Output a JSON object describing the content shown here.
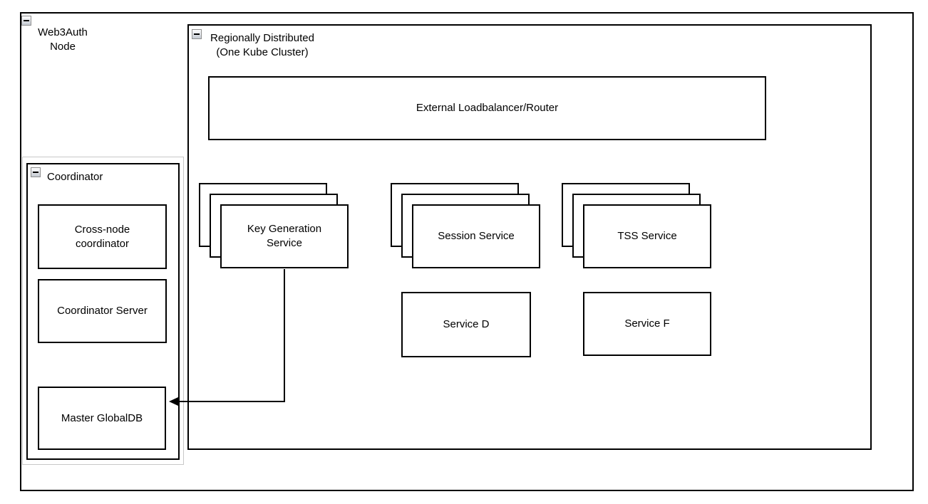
{
  "diagram": {
    "background": "#ffffff",
    "colors": {
      "shape_border": "#000000",
      "shape_fill": "#ffffff",
      "group_frame_border": "#c8c8c8",
      "collapse_button_border": "#8f8f8f",
      "text": "#000000"
    },
    "containers": {
      "web3auth": {
        "line1": "Web3Auth",
        "line2": "Node"
      },
      "regional": {
        "line1": "Regionally Distributed",
        "line2": "(One Kube Cluster)"
      },
      "coordinator": {
        "label": "Coordinator"
      }
    },
    "nodes": {
      "external_lb": {
        "label": "External Loadbalancer/Router"
      },
      "key_generation": {
        "line1": "Key Generation",
        "line2": "Service",
        "stack_count": 3
      },
      "session_service": {
        "label": "Session Service",
        "stack_count": 3
      },
      "tss_service": {
        "label": "TSS Service",
        "stack_count": 3
      },
      "service_d": {
        "label": "Service D"
      },
      "service_f": {
        "label": "Service F"
      },
      "cross_node": {
        "line1": "Cross-node",
        "line2": "coordinator"
      },
      "coordinator_server": {
        "label": "Coordinator Server"
      },
      "master_globaldb": {
        "label": "Master GlobalDB"
      }
    },
    "edges": [
      {
        "from": "key_generation",
        "to": "master_globaldb",
        "style": "orthogonal",
        "arrowhead": "filled-left"
      }
    ],
    "icons": {
      "collapse": "minus-icon"
    }
  }
}
